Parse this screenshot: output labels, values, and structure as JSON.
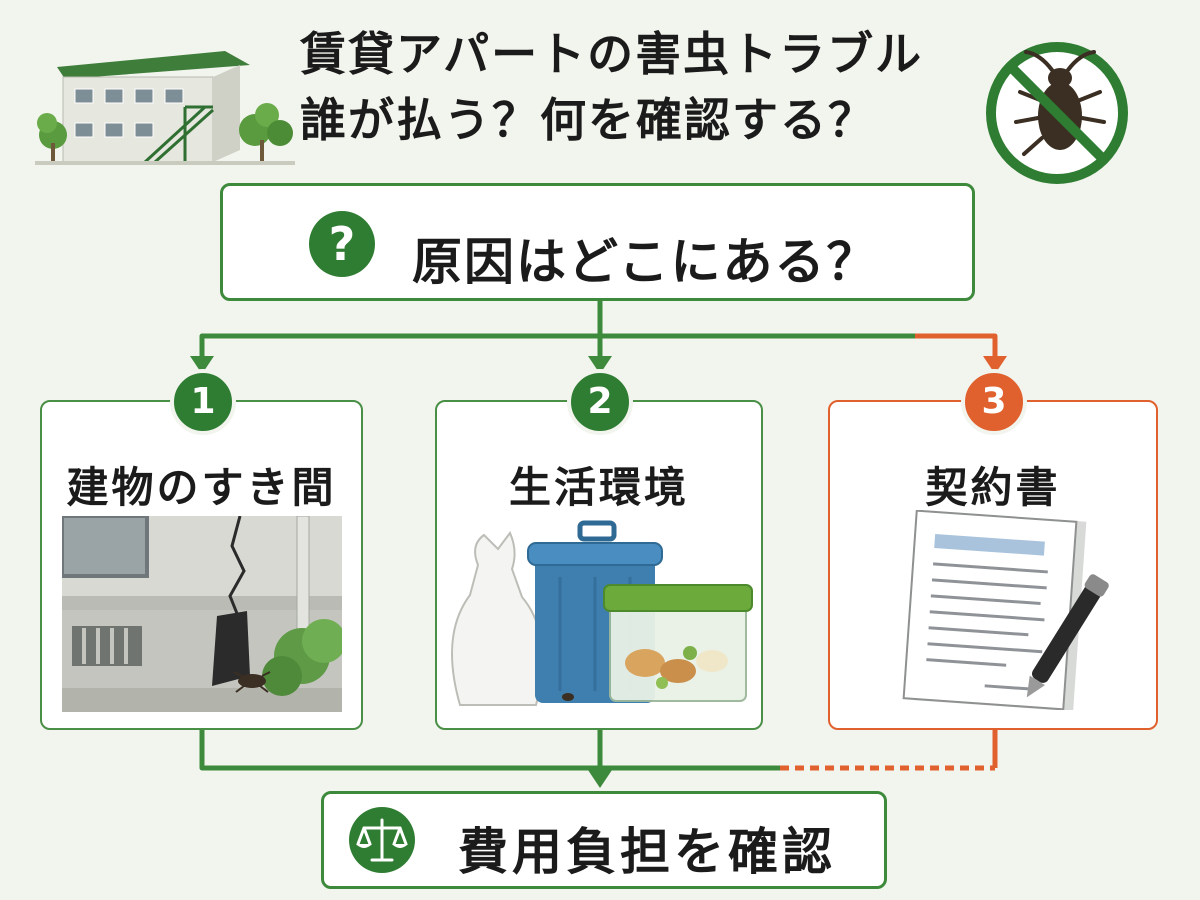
{
  "title": {
    "line1": "賃貸アパートの害虫トラブル",
    "line2": "誰が払う？何を確認する？"
  },
  "question": {
    "icon": "question-mark-icon",
    "label": "原因はどこにある？"
  },
  "causes": [
    {
      "number": "1",
      "label": "建物のすき間",
      "icon": "wall-crack-with-bug-illustration",
      "accent": "#2f7d32"
    },
    {
      "number": "2",
      "label": "生活環境",
      "icon": "garbage-and-food-container-illustration",
      "accent": "#2f7d32"
    },
    {
      "number": "3",
      "label": "契約書",
      "icon": "contract-document-with-pen-illustration",
      "accent": "#e0602e"
    }
  ],
  "result": {
    "icon": "scale-icon",
    "label": "費用負担を確認"
  },
  "colors": {
    "green": "#3e8a3c",
    "dark_green": "#2f7d32",
    "orange": "#e0602e",
    "background": "#f2f5ee"
  },
  "header_icons": {
    "left": "apartment-building-illustration",
    "right": "no-bugs-icon"
  }
}
